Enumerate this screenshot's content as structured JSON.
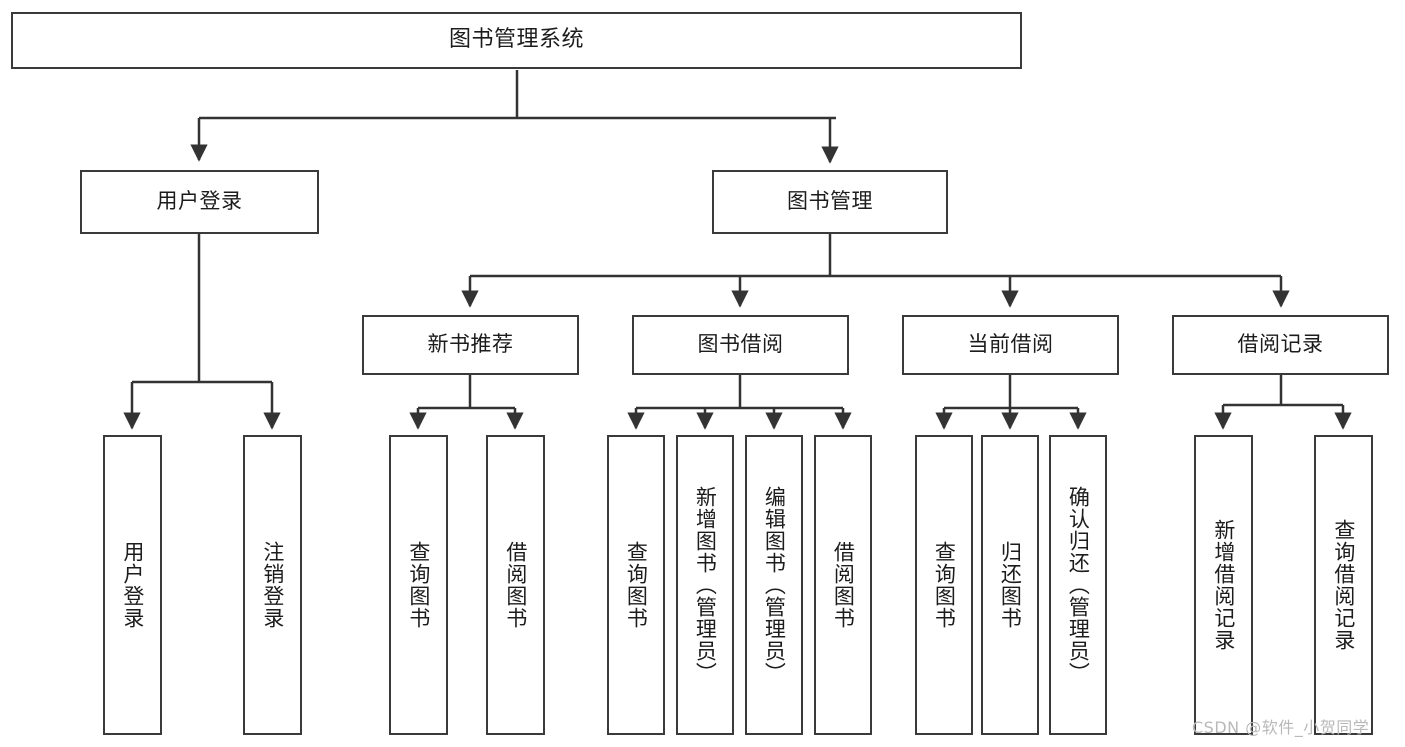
{
  "diagram": {
    "title": "图书管理系统",
    "type": "functional-structure-tree",
    "watermark": "CSDN @软件_小贺同学",
    "colors": {
      "border": "#3a3a3a",
      "background": "#ffffff",
      "text": "#1c1c1c",
      "edge": "#333333",
      "watermark": "#b9b9b9"
    },
    "nodes": {
      "root": {
        "label": "图书管理系统"
      },
      "level2": [
        {
          "label": "用户登录"
        },
        {
          "label": "图书管理"
        }
      ],
      "level3": [
        {
          "label": "新书推荐"
        },
        {
          "label": "图书借阅"
        },
        {
          "label": "当前借阅"
        },
        {
          "label": "借阅记录"
        }
      ],
      "leaves": {
        "user_login": [
          {
            "label": "用户登录"
          },
          {
            "label": "注销登录"
          }
        ],
        "new_book_recommend": [
          {
            "label": "查询图书"
          },
          {
            "label": "借阅图书"
          }
        ],
        "book_borrow": [
          {
            "label": "查询图书"
          },
          {
            "label": "新增图书（管理员）"
          },
          {
            "label": "编辑图书（管理员）"
          },
          {
            "label": "借阅图书"
          }
        ],
        "current_borrow": [
          {
            "label": "查询图书"
          },
          {
            "label": "归还图书"
          },
          {
            "label": "确认归还（管理员）"
          }
        ],
        "borrow_record": [
          {
            "label": "新增借阅记录"
          },
          {
            "label": "查询借阅记录"
          }
        ]
      }
    }
  }
}
